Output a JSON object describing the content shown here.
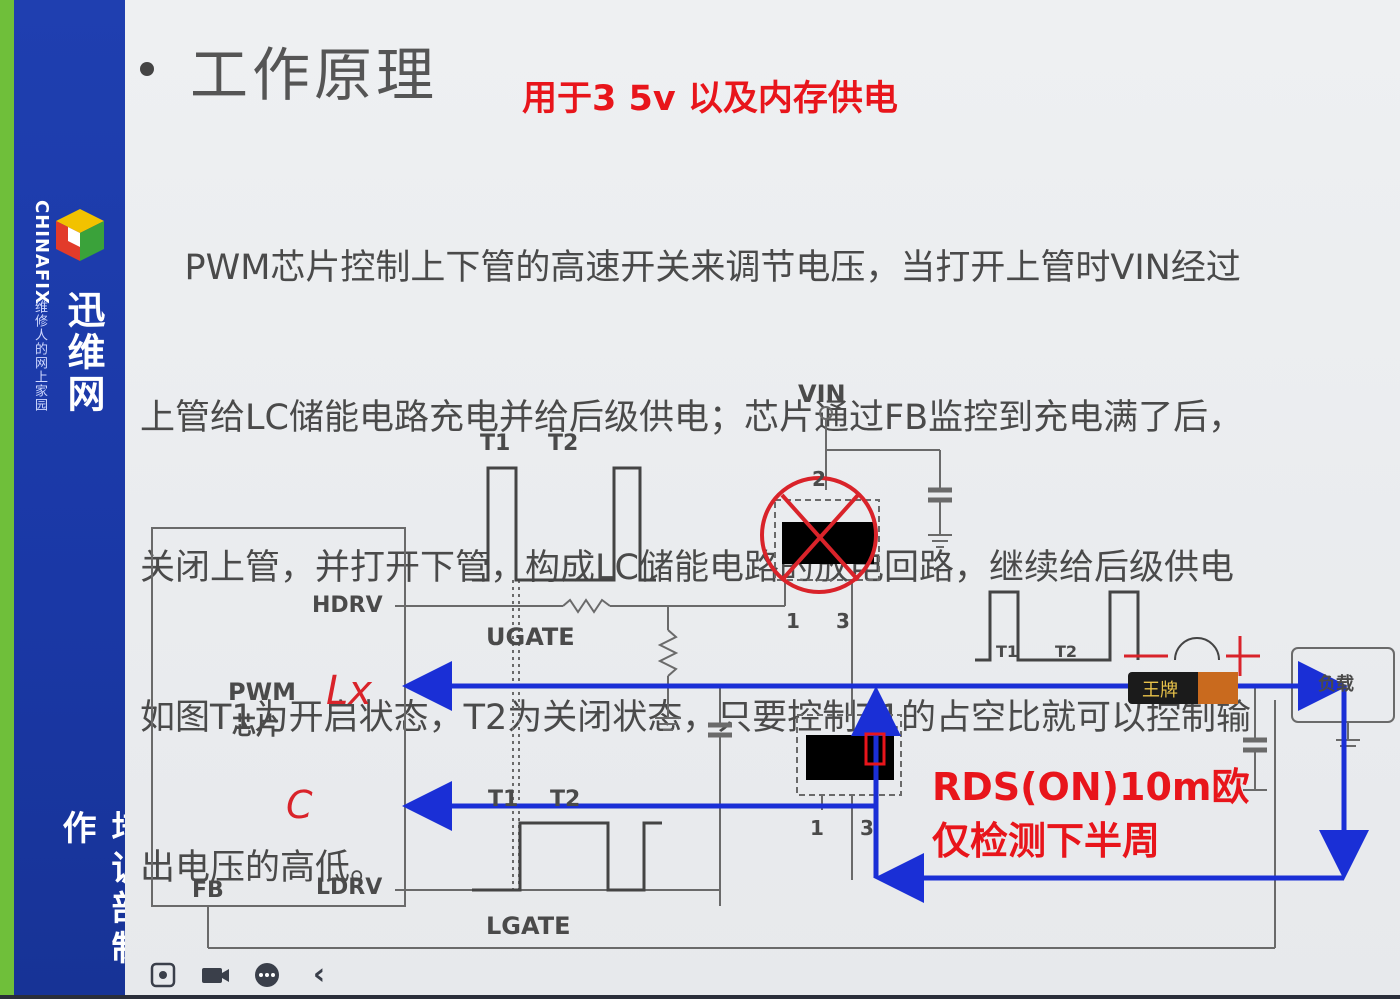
{
  "sidebar": {
    "logo_text": "CHINAFIX",
    "logo_subtitle": "维修人的网上家园",
    "brand": "迅维网",
    "dept": "培训部制作"
  },
  "slide": {
    "title": "工作原理",
    "note": "用于3 5v  以及内存供电",
    "paragraph": [
      "    PWM芯片控制上下管的高速开关来调节电压，当打开上管时VIN经过",
      "上管给LC储能电路充电并给后级供电；芯片通过FB监控到充电满了后，",
      "关闭上管，并打开下管，构成LC储能电路的放电回路，继续给后级供电",
      "如图T1为开启状态，T2为关闭状态，只要控制T1的占空比就可以控制输",
      "出电压的高低。"
    ]
  },
  "diagram": {
    "vin": "VIN",
    "pwm_label_1": "PWM",
    "pwm_label_2": "芯片",
    "hdrv": "HDRV",
    "ldrv": "LDRV",
    "fb": "FB",
    "ugate": "UGATE",
    "lgate": "LGATE",
    "t1": "T1",
    "t2": "T2",
    "pin_1": "1",
    "pin_2": "2",
    "pin_3": "3",
    "load": "负载",
    "battery": "王牌",
    "handwritten_lx": "Lx",
    "handwritten_c": "C",
    "annotation_1": "RDS(ON)10m欧",
    "annotation_2": "仅检测下半周"
  },
  "colors": {
    "sidebar_blue": "#1f3fb0",
    "accent_green": "#6fbf3a",
    "note_red": "#e8151b",
    "wire_blue": "#1a2fd6",
    "circuit_gray": "#6a6a6a"
  },
  "toolbar": {
    "icons": [
      "crosshair-icon",
      "camera-icon",
      "more-icon",
      "back-icon"
    ],
    "back_glyph": "‹"
  }
}
